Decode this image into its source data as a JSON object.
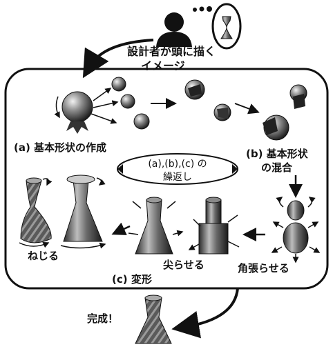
{
  "header": {
    "caption_line1": "設計者が頭に描く",
    "caption_line2": "イメージ"
  },
  "steps": {
    "a": "(a) 基本形状の作成",
    "b_line1": "(b) 基本形状",
    "b_line2": "の混合",
    "c": "(c) 変形"
  },
  "loop": {
    "line1": "(a),(b),(c) の",
    "line2": "繰返し"
  },
  "operations": {
    "twist": "ねじる",
    "sharpen": "尖らせる",
    "angular": "角張らせる"
  },
  "footer": {
    "complete": "完成！"
  }
}
